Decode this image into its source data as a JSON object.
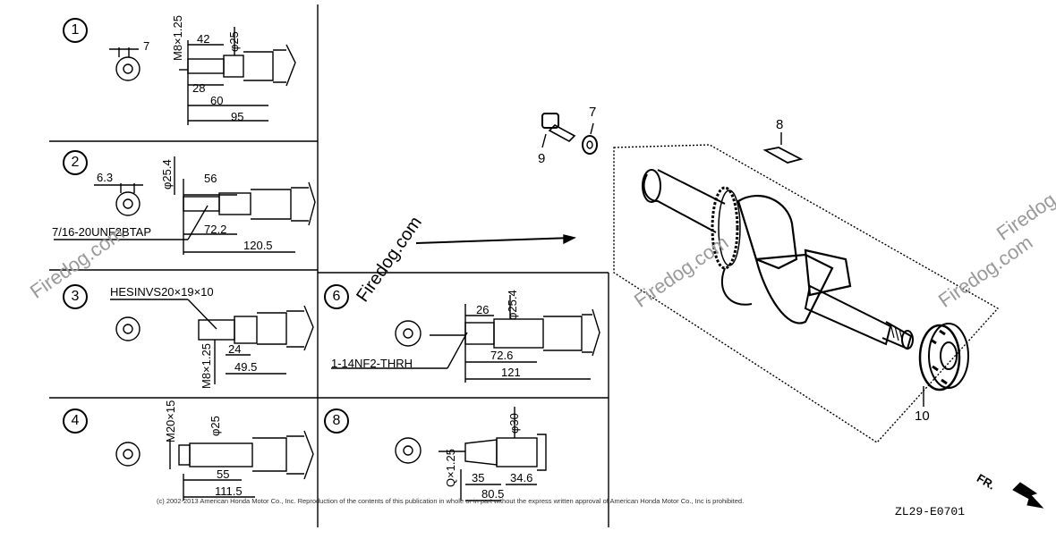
{
  "sections": [
    {
      "index": "1",
      "labels": [
        "7",
        "M8×1.25",
        "42",
        "φ25",
        "28",
        "60",
        "95"
      ]
    },
    {
      "index": "2",
      "labels": [
        "6.3",
        "φ25.4",
        "56",
        "7/16-20UNF2BTAP",
        "72.2",
        "120.5"
      ]
    },
    {
      "index": "3",
      "labels": [
        "HESINVS20×19×10",
        "M8×1.25",
        "24",
        "49.5"
      ]
    },
    {
      "index": "4",
      "labels": [
        "M20×15",
        "φ25",
        "55",
        "111.5"
      ]
    },
    {
      "index": "6",
      "labels": [
        "26",
        "φ25.4",
        "1-14NF2-THRH",
        "72.6",
        "121"
      ]
    },
    {
      "index": "8",
      "labels": [
        "φ30",
        "Q×1.25",
        "35",
        "34.6",
        "80.5"
      ]
    }
  ],
  "callouts": [
    "7",
    "8",
    "9",
    "10"
  ],
  "watermark": "Firedog.com",
  "copyright": "(c) 2002-2013 American Honda Motor Co., Inc. Reproduction of the contents of this publication in whole or in part without the express written approval of American Honda Motor Co., Inc is prohibited.",
  "diagram_code": "ZL29-E0701",
  "front_indicator": "FR."
}
